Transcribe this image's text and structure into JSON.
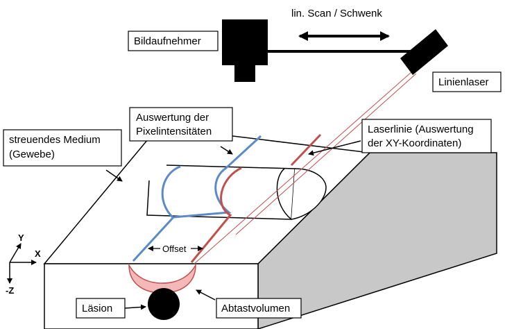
{
  "labels": {
    "scan": "lin. Scan / Schwenk",
    "camera": "Bildaufnehmer",
    "laser": "Linienlaser",
    "pixel_line1": "Auswertung der",
    "pixel_line2": "Pixelintensitäten",
    "laserline_line1": "Laserlinie (Auswertung",
    "laserline_line2": "der XY-Koordinaten)",
    "medium_line1": "streuendes Medium",
    "medium_line2": "(Gewebe)",
    "offset": "Offset",
    "lesion": "Läsion",
    "volume": "Abtastvolumen"
  },
  "axes": {
    "y": "Y",
    "x": "X",
    "z": "-Z"
  },
  "colors": {
    "blue_line": "#5b8ac6",
    "red_line": "#c0504d",
    "tissue_side": "#c8c8c8",
    "volume_fill": "#f4b8b8",
    "volume_stroke": "#c0504d",
    "device": "#000000"
  }
}
